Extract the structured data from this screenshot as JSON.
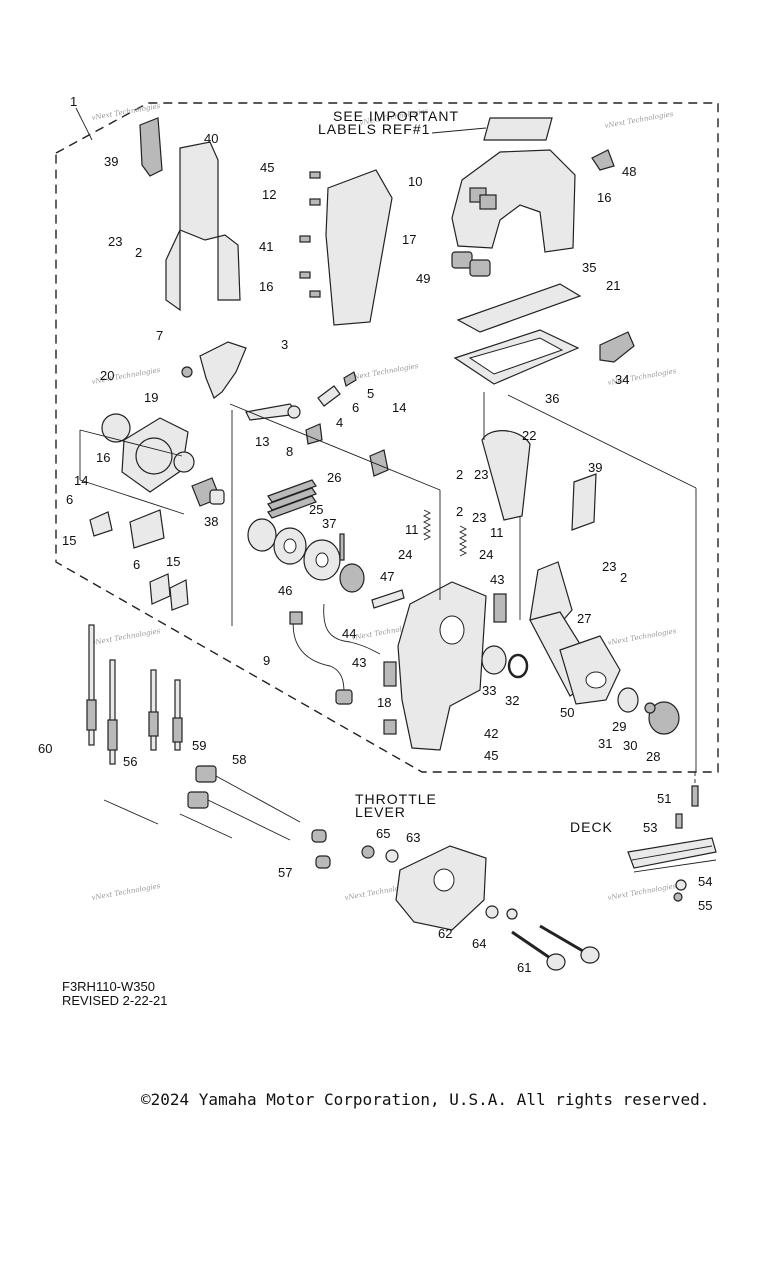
{
  "header": {
    "note_line1": "SEE IMPORTANT",
    "note_line2": "LABELS REF#1",
    "throttle_line1": "THROTTLE",
    "throttle_line2": "LEVER",
    "deck": "DECK"
  },
  "watermark": "vNext Technologies",
  "callouts": [
    "1",
    "40",
    "39",
    "23",
    "2",
    "45",
    "12",
    "41",
    "16",
    "17",
    "10",
    "16",
    "48",
    "49",
    "35",
    "21",
    "7",
    "3",
    "20",
    "19",
    "5",
    "6",
    "4",
    "14",
    "13",
    "8",
    "16",
    "38",
    "14",
    "6",
    "15",
    "6",
    "15",
    "26",
    "25",
    "37",
    "11",
    "24",
    "11",
    "24",
    "22",
    "23",
    "2",
    "23",
    "39",
    "2",
    "23",
    "2",
    "27",
    "43",
    "46",
    "47",
    "44",
    "9",
    "43",
    "33",
    "32",
    "50",
    "29",
    "31",
    "30",
    "28",
    "18",
    "42",
    "45",
    "60",
    "56",
    "59",
    "58",
    "57",
    "65",
    "63",
    "62",
    "64",
    "61",
    "51",
    "53",
    "54",
    "55",
    "34",
    "36"
  ],
  "footer": {
    "code": "F3RH110-W350",
    "revised": "REVISED 2-22-21",
    "copyright": "©2024 Yamaha Motor Corporation, U.S.A. All rights reserved."
  }
}
